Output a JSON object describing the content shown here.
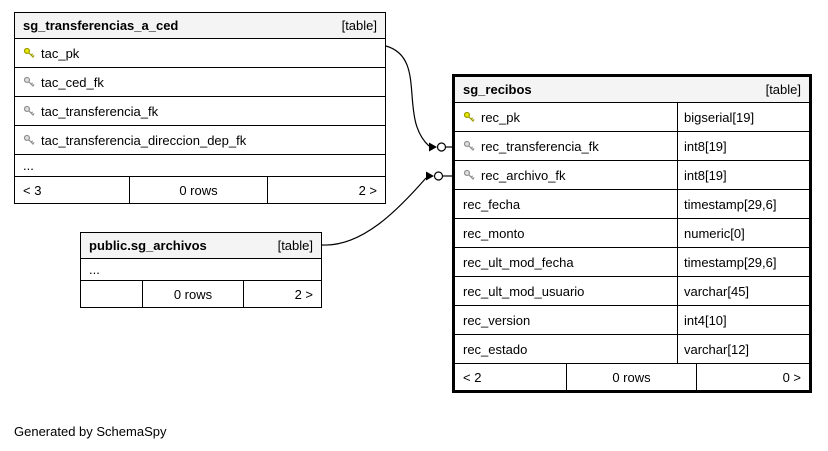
{
  "generated_note": "Generated by SchemaSpy",
  "colors": {
    "primary_key": "#e8e800",
    "primary_key_stroke": "#9a9a00",
    "foreign_key": "#e0e0e0",
    "foreign_key_stroke": "#8f8f8f",
    "table_border": "#000000",
    "header_bg": "#f4f4f4"
  },
  "icons": {
    "primary": "primary-key-icon",
    "foreign": "foreign-key-icon"
  },
  "tables": {
    "transferencias": {
      "title": "sg_transferencias_a_ced",
      "badge": "[table]",
      "columns": [
        {
          "name": "tac_pk",
          "key": "primary"
        },
        {
          "name": "tac_ced_fk",
          "key": "foreign"
        },
        {
          "name": "tac_transferencia_fk",
          "key": "foreign"
        },
        {
          "name": "tac_transferencia_direccion_dep_fk",
          "key": "foreign"
        },
        {
          "name": "...",
          "key": "none"
        }
      ],
      "footer": {
        "left": "< 3",
        "center": "0 rows",
        "right": "2 >"
      }
    },
    "recibos": {
      "title": "sg_recibos",
      "badge": "[table]",
      "columns": [
        {
          "name": "rec_pk",
          "type": "bigserial[19]",
          "key": "primary"
        },
        {
          "name": "rec_transferencia_fk",
          "type": "int8[19]",
          "key": "foreign"
        },
        {
          "name": "rec_archivo_fk",
          "type": "int8[19]",
          "key": "foreign"
        },
        {
          "name": "rec_fecha",
          "type": "timestamp[29,6]",
          "key": "none"
        },
        {
          "name": "rec_monto",
          "type": "numeric[0]",
          "key": "none"
        },
        {
          "name": "rec_ult_mod_fecha",
          "type": "timestamp[29,6]",
          "key": "none"
        },
        {
          "name": "rec_ult_mod_usuario",
          "type": "varchar[45]",
          "key": "none"
        },
        {
          "name": "rec_version",
          "type": "int4[10]",
          "key": "none"
        },
        {
          "name": "rec_estado",
          "type": "varchar[12]",
          "key": "none"
        }
      ],
      "footer": {
        "left": "< 2",
        "center": "0 rows",
        "right": "0 >"
      }
    },
    "archivos": {
      "title": "public.sg_archivos",
      "badge": "[table]",
      "columns": [
        {
          "name": "...",
          "key": "none"
        }
      ],
      "footer": {
        "left": "",
        "center": "0 rows",
        "right": "2 >"
      }
    }
  }
}
